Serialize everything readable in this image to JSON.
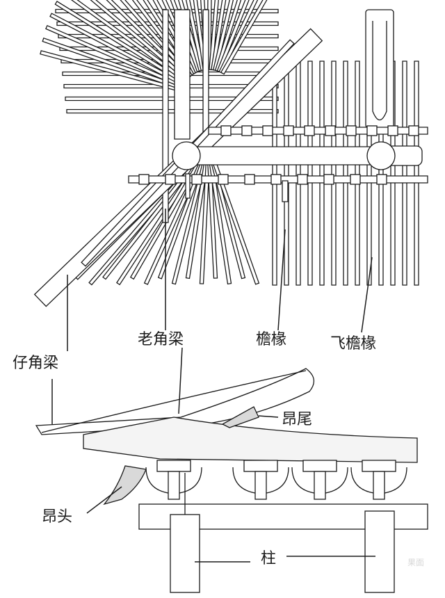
{
  "labels": {
    "zi_jiao_liang": "仔角梁",
    "lao_jiao_liang": "老角梁",
    "yan_chuan": "檐椽",
    "fei_yan_chuan": "飞檐椽",
    "ang_wei": "昂尾",
    "ang_tou": "昂头",
    "zhu": "柱"
  },
  "watermark": "果面",
  "colors": {
    "ink": "#1a1a1a",
    "paper": "#ffffff",
    "shade": "#d9d9d9"
  }
}
